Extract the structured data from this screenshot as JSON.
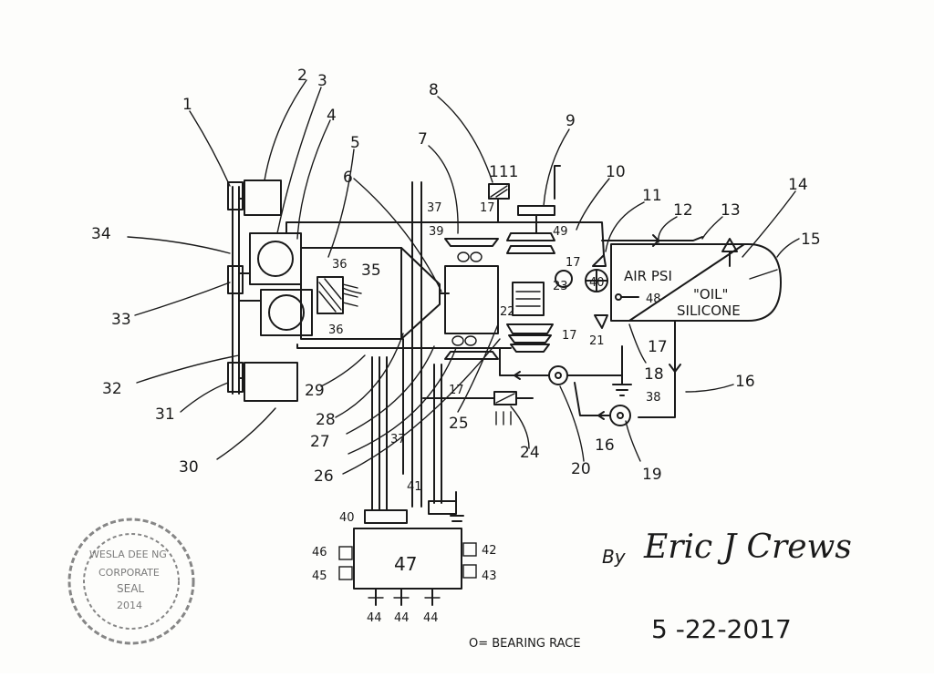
{
  "colors": {
    "ink": "#1a1a1a",
    "paper": "#fdfdfb",
    "stamp": "#555555"
  },
  "labels": {
    "n1": "1",
    "n2": "2",
    "n3": "3",
    "n4": "4",
    "n5": "5",
    "n6": "6",
    "n7": "7",
    "n8": "8",
    "n9": "9",
    "n10": "10",
    "n11": "11",
    "n12": "12",
    "n13": "13",
    "n14": "14",
    "n15": "15",
    "n16a": "16",
    "n16b": "16",
    "n17a": "17",
    "n17b": "17",
    "n18": "18",
    "n19": "19",
    "n20": "20",
    "n21": "21",
    "n24": "24",
    "n25": "25",
    "n26": "26",
    "n27": "27",
    "n28": "28",
    "n29": "29",
    "n30": "30",
    "n31": "31",
    "n32": "32",
    "n33": "33",
    "n34": "34",
    "n35": "35",
    "n36a": "36",
    "n36b": "36",
    "n37a": "37",
    "n37b": "37",
    "n38": "38",
    "n39": "39",
    "n40a": "40",
    "n40b": "40",
    "n41": "41",
    "n42": "42",
    "n43": "43",
    "n44a": "44",
    "n44b": "44",
    "n44c": "44",
    "n45": "45",
    "n46": "46",
    "n47": "47",
    "n48": "48",
    "n111": "111",
    "n17c": "17",
    "n17d": "17",
    "n17e": "17",
    "n22": "22",
    "n23": "23",
    "n49": "49"
  },
  "text": {
    "air_psi": "AIR PSI",
    "oil": "\"OIL\"",
    "silicone": "SILICONE",
    "legend": "O= BEARING RACE",
    "by": "By",
    "signature": "Eric J Crews",
    "date": "5 -22-2017",
    "stamp_top": "WESLA DEE NG",
    "stamp_mid": "CORPORATE",
    "stamp_seal": "SEAL",
    "stamp_year": "2014"
  }
}
